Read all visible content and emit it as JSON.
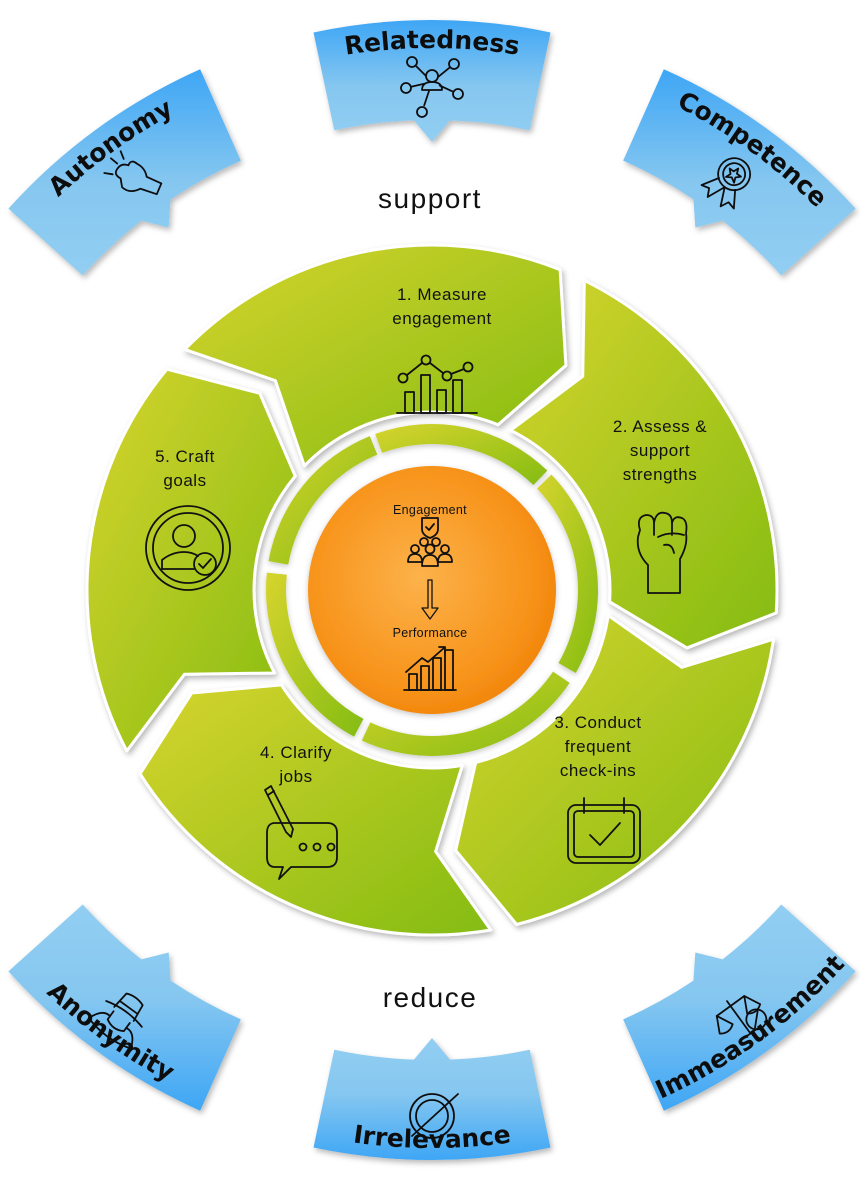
{
  "colors": {
    "banner_top": "#42a9f5",
    "banner_bottom": "#8ccbf0",
    "segment_light": "#d4d32c",
    "segment_dark": "#86bd14",
    "center_inner": "#fbb040",
    "center_outer": "#f68a0a"
  },
  "support": {
    "label": "support",
    "banners": [
      {
        "label": "Autonomy",
        "icon": "raised-fist-icon"
      },
      {
        "label": "Relatedness",
        "icon": "network-people-icon"
      },
      {
        "label": "Competence",
        "icon": "award-ribbon-icon"
      }
    ]
  },
  "reduce": {
    "label": "reduce",
    "banners": [
      {
        "label": "Anonymity",
        "icon": "incognito-hat-icon"
      },
      {
        "label": "Irrelevance",
        "icon": "empty-set-icon"
      },
      {
        "label": "Immeasurement",
        "icon": "scale-cancel-icon"
      }
    ]
  },
  "steps": [
    {
      "lines": [
        "1. Measure",
        "engagement"
      ],
      "icon": "bar-line-chart-icon"
    },
    {
      "lines": [
        "2. Assess &",
        "support",
        "strengths"
      ],
      "icon": "fist-icon"
    },
    {
      "lines": [
        "3. Conduct",
        "frequent",
        "check-ins"
      ],
      "icon": "calendar-check-icon"
    },
    {
      "lines": [
        "4. Clarify",
        "jobs"
      ],
      "icon": "pen-chat-icon"
    },
    {
      "lines": [
        "5. Craft",
        "goals"
      ],
      "icon": "user-check-icon"
    }
  ],
  "center": {
    "top_label": "Engagement",
    "bottom_label": "Performance",
    "top_icon": "team-shield-icon",
    "arrow_icon": "down-arrow-icon",
    "bottom_icon": "growth-chart-icon"
  }
}
